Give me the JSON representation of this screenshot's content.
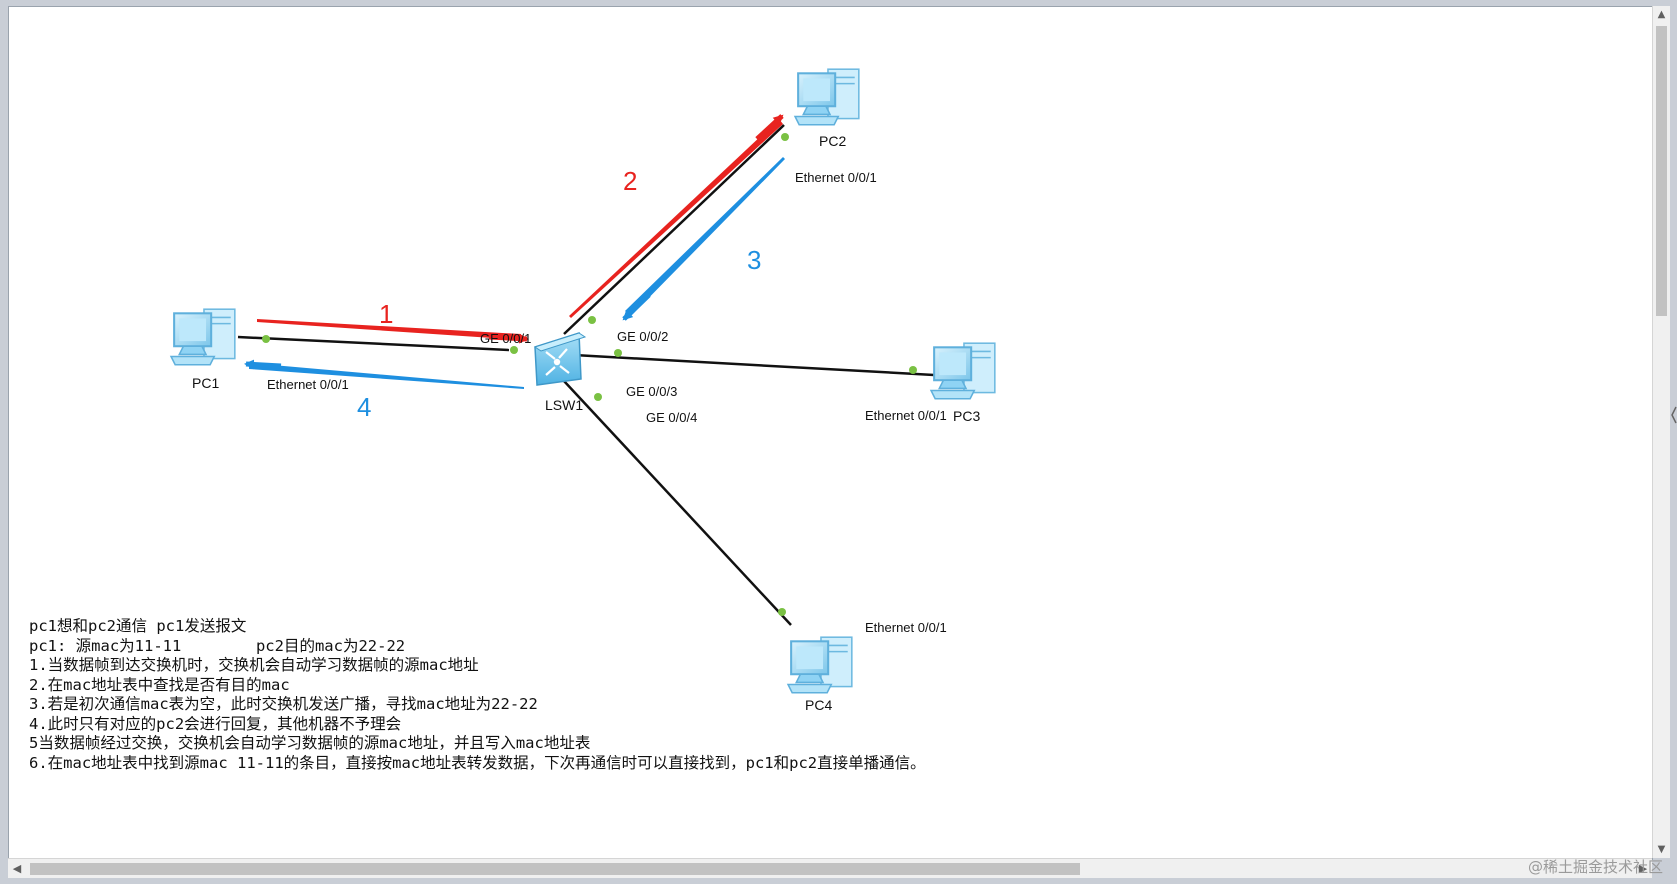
{
  "devices": [
    {
      "id": "pc1",
      "label": "PC1",
      "icon": "pc-icon"
    },
    {
      "id": "pc2",
      "label": "PC2",
      "icon": "pc-icon"
    },
    {
      "id": "pc3",
      "label": "PC3",
      "icon": "pc-icon"
    },
    {
      "id": "pc4",
      "label": "PC4",
      "icon": "pc-icon"
    },
    {
      "id": "lsw1",
      "label": "LSW1",
      "icon": "switch-icon"
    }
  ],
  "ports": {
    "lsw1_ge001": "GE 0/0/1",
    "lsw1_ge002": "GE 0/0/2",
    "lsw1_ge003": "GE 0/0/3",
    "lsw1_ge004": "GE 0/0/4",
    "pc1_eth": "Ethernet 0/0/1",
    "pc2_eth": "Ethernet 0/0/1",
    "pc3_eth": "Ethernet 0/0/1",
    "pc4_eth": "Ethernet 0/0/1"
  },
  "links": [
    {
      "from": "pc1",
      "to": "lsw1"
    },
    {
      "from": "lsw1",
      "to": "pc2"
    },
    {
      "from": "lsw1",
      "to": "pc3"
    },
    {
      "from": "lsw1",
      "to": "pc4"
    }
  ],
  "flows": [
    {
      "step": "1",
      "from": "pc1",
      "to": "lsw1",
      "color": "#e8231f"
    },
    {
      "step": "2",
      "from": "lsw1",
      "to": "pc2",
      "color": "#e8231f"
    },
    {
      "step": "3",
      "from": "pc2",
      "to": "lsw1",
      "color": "#1e8fe0"
    },
    {
      "step": "4",
      "from": "lsw1",
      "to": "pc1",
      "color": "#1e8fe0"
    }
  ],
  "notes": [
    "pc1想和pc2通信 pc1发送报文",
    "pc1: 源mac为11-11        pc2目的mac为22-22",
    "1.当数据帧到达交换机时，交换机会自动学习数据帧的源mac地址",
    "2.在mac地址表中查找是否有目的mac",
    "3.若是初次通信mac表为空，此时交换机发送广播，寻找mac地址为22-22",
    "4.此时只有对应的pc2会进行回复，其他机器不予理会",
    "5当数据帧经过交换，交换机会自动学习数据帧的源mac地址，并且写入mac地址表",
    "6.在mac地址表中找到源mac 11-11的条目，直接按mac地址表转发数据，下次再通信时可以直接找到，pc1和pc2直接单播通信。"
  ],
  "watermark": "@稀土掘金技术社区",
  "colors": {
    "link": "#111111",
    "port_dot": "#7ac143",
    "device_blue": "#8fd3f4"
  }
}
